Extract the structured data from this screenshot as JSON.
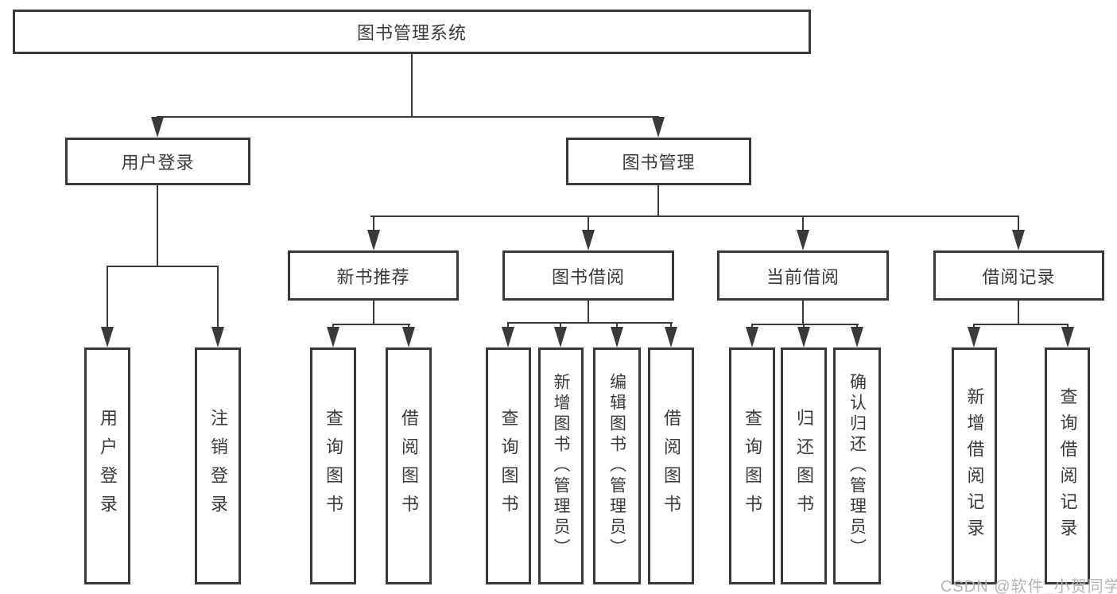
{
  "title": "图书管理系统",
  "branches": [
    {
      "label": "用户登录",
      "children": [
        {
          "label": "用户登录"
        },
        {
          "label": "注销登录"
        }
      ]
    },
    {
      "label": "图书管理",
      "sections": [
        {
          "label": "新书推荐",
          "children": [
            {
              "label": "查询图书"
            },
            {
              "label": "借阅图书"
            }
          ]
        },
        {
          "label": "图书借阅",
          "children": [
            {
              "label": "查询图书"
            },
            {
              "label": "新增图书（管理员）"
            },
            {
              "label": "编辑图书（管理员）"
            },
            {
              "label": "借阅图书"
            }
          ]
        },
        {
          "label": "当前借阅",
          "children": [
            {
              "label": "查询图书"
            },
            {
              "label": "归还图书"
            },
            {
              "label": "确认归还（管理员）"
            }
          ]
        },
        {
          "label": "借阅记录",
          "children": [
            {
              "label": "新增借阅记录"
            },
            {
              "label": "查询借阅记录"
            }
          ]
        }
      ]
    }
  ],
  "watermark": {
    "text": "CSDN @软件_小贺同学"
  },
  "colors": {
    "line": "#3a3a3a",
    "text": "#3a3a3a",
    "background": "#ffffff",
    "watermark": "#b5b5b5"
  }
}
